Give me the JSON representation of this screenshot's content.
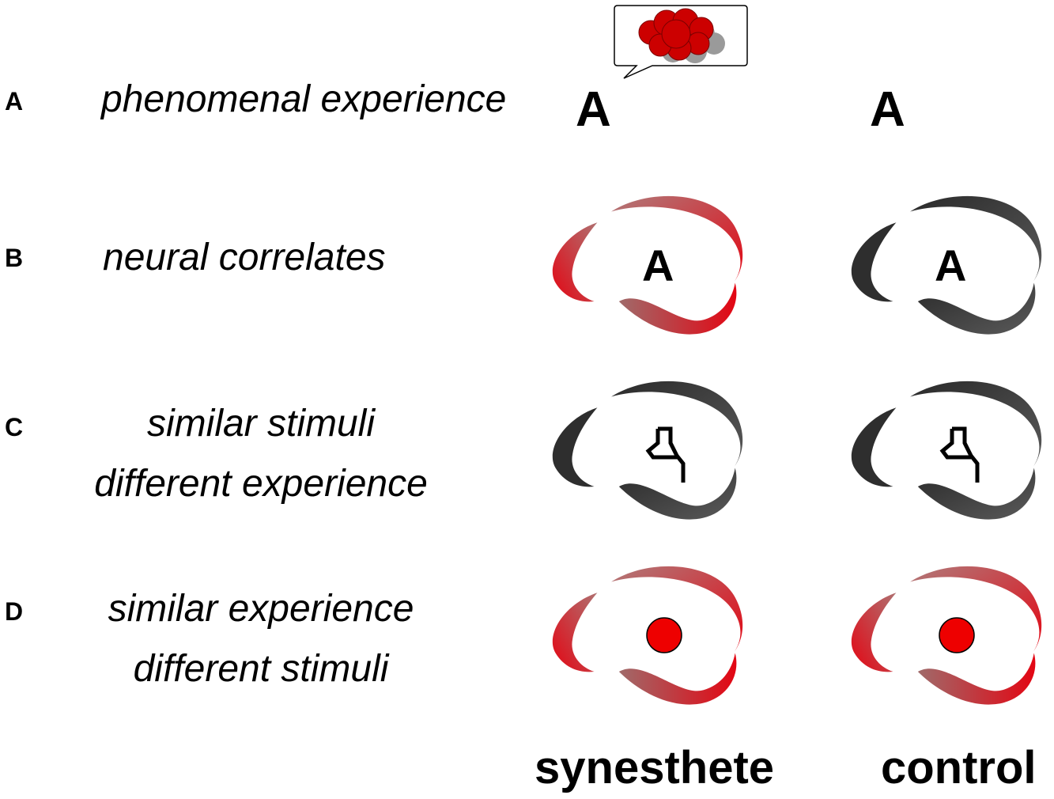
{
  "rows": [
    {
      "id": "A",
      "letter": "A",
      "lines": [
        "phenomenal experience"
      ]
    },
    {
      "id": "B",
      "letter": "B",
      "lines": [
        "neural correlates"
      ]
    },
    {
      "id": "C",
      "letter": "C",
      "lines": [
        "similar stimuli",
        "different experience"
      ]
    },
    {
      "id": "D",
      "letter": "D",
      "lines": [
        "similar experience",
        "different stimuli"
      ]
    }
  ],
  "stimulus_letter": "A",
  "columns": {
    "synesthete": "synesthete",
    "control": "control"
  },
  "colors": {
    "red": "#e30613",
    "dark_gray": "#333333",
    "cloud_red": "#cc0000",
    "cloud_shadow": "#999999"
  }
}
